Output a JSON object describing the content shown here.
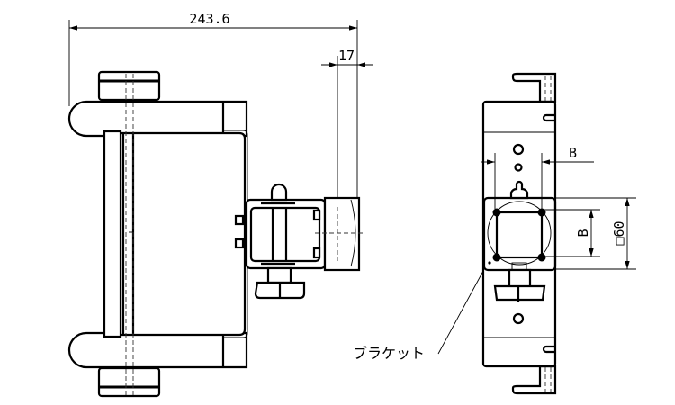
{
  "drawing": {
    "side_view": {
      "overall_width_label": "243.6",
      "offset_label": "17"
    },
    "front_view": {
      "horizontal_pitch_label": "B",
      "vertical_pitch_label": "B",
      "square_size_label": "□60",
      "bracket_label": "ブラケット"
    }
  }
}
